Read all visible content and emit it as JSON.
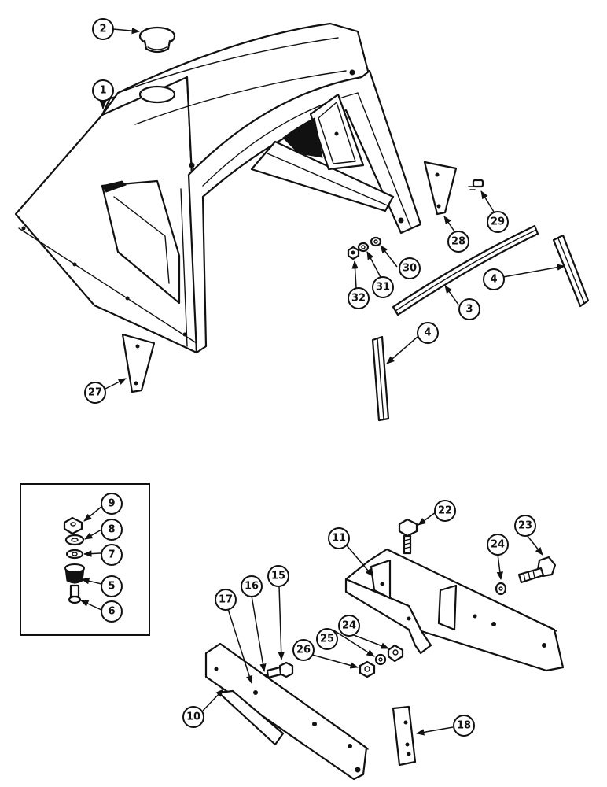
{
  "callouts": {
    "c1": "1",
    "c2": "2",
    "c3": "3",
    "c4a": "4",
    "c4b": "4",
    "c5": "5",
    "c6": "6",
    "c7": "7",
    "c8": "8",
    "c9": "9",
    "c10": "10",
    "c11": "11",
    "c15": "15",
    "c16": "16",
    "c17": "17",
    "c18": "18",
    "c22": "22",
    "c23": "23",
    "c24a": "24",
    "c24b": "24",
    "c25": "25",
    "c26": "26",
    "c27": "27",
    "c28": "28",
    "c29": "29",
    "c30": "30",
    "c31": "31",
    "c32": "32"
  }
}
